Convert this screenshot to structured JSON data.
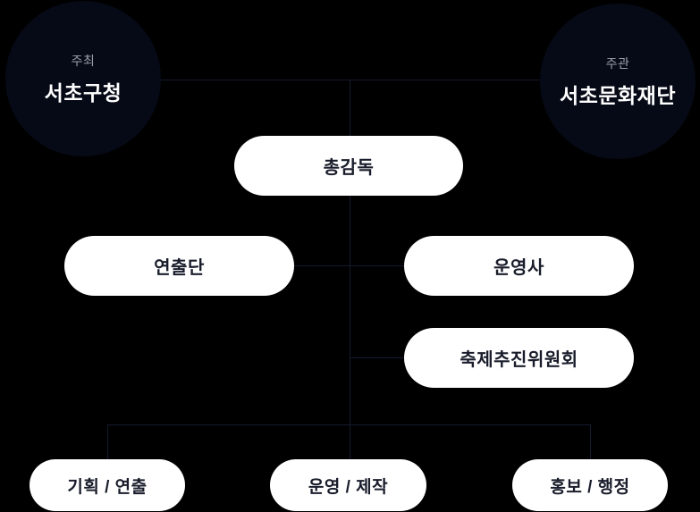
{
  "org_chart": {
    "hosts": [
      {
        "role": "주최",
        "name": "서초구청"
      },
      {
        "role": "주관",
        "name": "서초문화재단"
      }
    ],
    "nodes": {
      "director": "총감독",
      "production_team": "연출단",
      "operator": "운영사",
      "committee": "축제추진위원회",
      "planning": "기획 / 연출",
      "operations": "운영 / 제작",
      "publicity": "홍보 / 행정"
    },
    "colors": {
      "background": "#000000",
      "circle_fill": "#060a16",
      "connector_line": "#141a30",
      "pill_background": "#ffffff",
      "pill_text": "#191d2b",
      "role_label": "#9aa0ab",
      "host_name": "#ffffff"
    }
  }
}
